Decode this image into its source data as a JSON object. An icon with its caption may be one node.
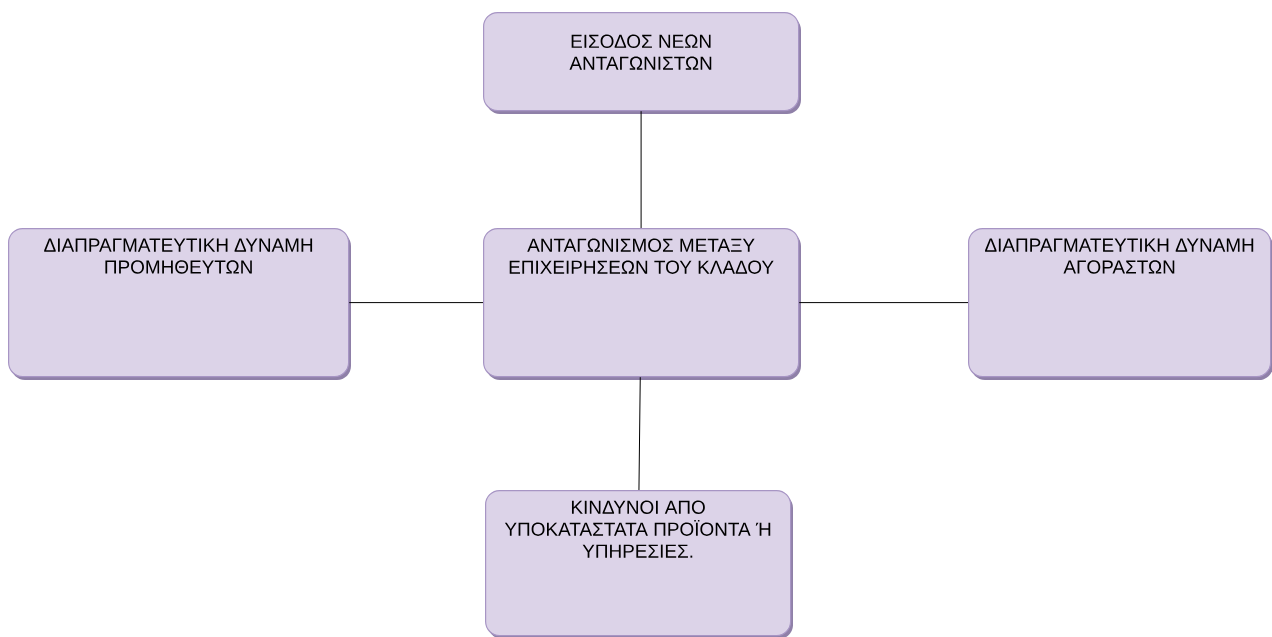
{
  "diagram": {
    "nodes": [
      {
        "text": [
          "ΕΙΣΟΔΟΣ ΝΕΩΝ ΑΝΤΑΓΩΝΙΣΤΩΝ"
        ]
      },
      {
        "text": [
          "ΔΙΑΠΡΑΓΜΑΤΕΥΤΙΚΗ ΔΥΝΑΜΗ ΠΡΟΜΗΘΕΥΤΩΝ"
        ]
      },
      {
        "text": [
          "ΑΝΤΑΓΩΝΙΣΜΟΣ ΜΕΤΑΞΥ ΕΠΙΧΕΙΡΗΣΕΩΝ ΤΟΥ ΚΛΑΔΟΥ"
        ]
      },
      {
        "text": [
          "ΔΙΑΠΡΑΓΜΑΤΕΥΤΙΚΗ ΔΥΝΑΜΗ ΑΓΟΡΑΣΤΩΝ"
        ]
      },
      {
        "text": [
          "ΚΙΝΔΥΝΟΙ ΑΠΟ ΥΠΟΚΑΤΑΣΤΑΤΑ ΠΡΟΪΟΝΤΑ Ή ΥΠΗΡΕΣΙΕΣ."
        ]
      }
    ],
    "edges": [
      {
        "from": 2,
        "to": 0,
        "arrow": "none"
      },
      {
        "from": 1,
        "to": 2,
        "arrow": "none"
      },
      {
        "from": 2,
        "to": 3,
        "arrow": "none"
      },
      {
        "from": 2,
        "to": 4,
        "arrow": "none"
      }
    ]
  }
}
